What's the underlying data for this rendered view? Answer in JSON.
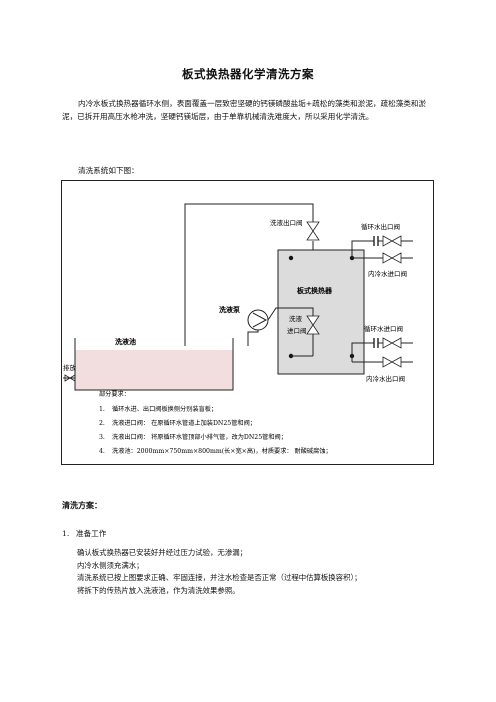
{
  "document": {
    "title": "板式换热器化学清洗方案",
    "intro": "内冷水板式换热器循环水侧，表面覆盖一层致密坚硬的钙镁磷酸盐垢+疏松的藻类和淤泥，疏松藻类和淤泥，已拆开用高压水枪冲洗，坚硬钙镁垢层，由于单靠机械清洗难度大，所以采用化学清洗。",
    "diagram_caption": "清洗系统如下图：",
    "diagram": {
      "labels": {
        "outlet_valve": "洗液出口阀",
        "circ_out_valve": "循环水出口阀",
        "inner_in_valve": "内冷水进口阀",
        "exchanger": "板式换热器",
        "pump": "洗液泵",
        "inlet_valve_line1": "洗液",
        "inlet_valve_line2": "进口阀",
        "circ_in_valve": "循环水进口阀",
        "tank": "洗液池",
        "drain": "排放",
        "inner_out_valve": "内冷水出口阀"
      },
      "notes_title": "部分要求：",
      "notes": [
        {
          "num": "1.",
          "text": "循环水进、出口阀板换侧分别装盲板；"
        },
        {
          "num": "2.",
          "text": "洗液进口阀：  在原循环水管道上加装DN25管和阀；"
        },
        {
          "num": "3.",
          "text": "洗液出口阀：  将原循环水管顶部小排气管，改为DN25管和阀；"
        },
        {
          "num": "4.",
          "text": "洗液池：2000mm×750mm×800mm(长×宽×高)，材质要求：  耐酸碱腐蚀；"
        }
      ],
      "colors": {
        "exchanger_fill": "#dcdcdc",
        "tank_fill": "#f2dede",
        "line": "#222222"
      }
    },
    "plan_title": "清洗方案：",
    "step1": {
      "num": "1.",
      "title": "准备工作",
      "lines": [
        "确认板式换热器已安装好并经过压力试验，无渗漏；",
        "内冷水侧须充满水；",
        "清洗系统已按上图要求正确、牢固连接，并注水检查是否正常（过程中估算板换容积）；",
        "将拆下的传热片放入洗液池，作为清洗效果参照。"
      ]
    }
  }
}
